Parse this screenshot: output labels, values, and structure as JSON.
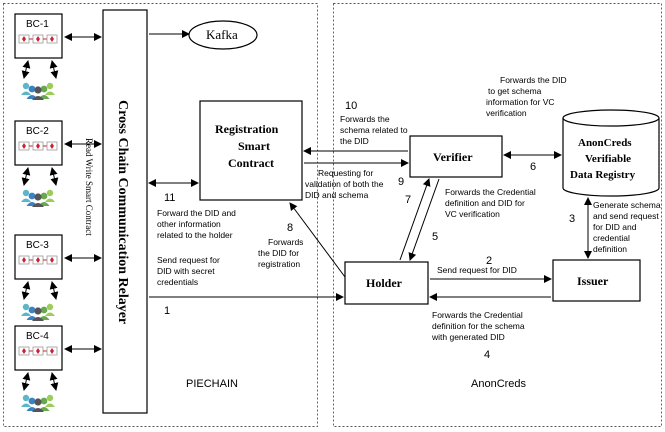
{
  "regions": {
    "left_label": "PIECHAIN",
    "right_label": "AnonCreds"
  },
  "blockchains": [
    "BC-1",
    "BC-2",
    "BC-3",
    "BC-4"
  ],
  "relayer": {
    "label": "Cross Chain Communication Relayer",
    "side_label": "Read Write Smart Contract"
  },
  "kafka": "Kafka",
  "registration": {
    "lines": [
      "Registration",
      "Smart",
      "Contract"
    ]
  },
  "verifier": "Verifier",
  "holder": "Holder",
  "issuer": "Issuer",
  "registry": {
    "lines": [
      "AnonCreds",
      "Verifiable",
      "Data Registry"
    ]
  },
  "steps": {
    "s1": "1",
    "s2": "2",
    "s3": "3",
    "s4": "4",
    "s5": "5",
    "s6": "6",
    "s7": "7",
    "s8": "8",
    "s9": "9",
    "s10": "10",
    "s11": "11"
  },
  "annotations": {
    "forward_did": [
      "Forward the DID and",
      "other information",
      "related to the holder"
    ],
    "send_secret": [
      "Send request for",
      "DID with secret",
      "credentials"
    ],
    "forwards_registration": [
      "Forwards",
      "the DID for",
      "registration"
    ],
    "forwards_schema": [
      "Forwards the",
      "schema related to",
      "the DID"
    ],
    "requesting_validation": [
      "Requesting for",
      "validation of both the",
      "DID and schema"
    ],
    "forwards_cred_def": [
      "Forwards the Credential",
      "definition and DID for",
      "VC verification"
    ],
    "forwards_did_schema": [
      "Forwards the DID",
      "to get schema",
      "information for VC",
      "verification"
    ],
    "generate_schema": [
      "Generate schema",
      "and send request",
      "for DID and",
      "credential",
      "definition"
    ],
    "send_request_did": "Send request for DID",
    "forwards_cred_generated": [
      "Forwards the Credential",
      "definition for the schema",
      "with generated DID"
    ]
  }
}
